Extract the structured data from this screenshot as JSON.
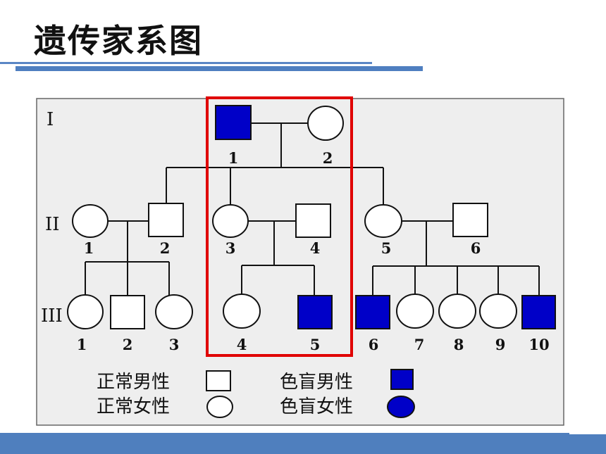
{
  "title": "遗传家系图",
  "generations": [
    "I",
    "II",
    "III"
  ],
  "individuals": {
    "gen1": [
      {
        "num": "1",
        "sex": "male",
        "affected": true
      },
      {
        "num": "2",
        "sex": "female",
        "affected": false
      }
    ],
    "gen2": [
      {
        "num": "1",
        "sex": "female",
        "affected": false
      },
      {
        "num": "2",
        "sex": "male",
        "affected": false
      },
      {
        "num": "3",
        "sex": "female",
        "affected": false
      },
      {
        "num": "4",
        "sex": "male",
        "affected": false
      },
      {
        "num": "5",
        "sex": "female",
        "affected": false
      },
      {
        "num": "6",
        "sex": "male",
        "affected": false
      }
    ],
    "gen3": [
      {
        "num": "1",
        "sex": "female",
        "affected": false
      },
      {
        "num": "2",
        "sex": "male",
        "affected": false
      },
      {
        "num": "3",
        "sex": "female",
        "affected": false
      },
      {
        "num": "4",
        "sex": "female",
        "affected": false
      },
      {
        "num": "5",
        "sex": "male",
        "affected": true
      },
      {
        "num": "6",
        "sex": "male",
        "affected": true
      },
      {
        "num": "7",
        "sex": "female",
        "affected": false
      },
      {
        "num": "8",
        "sex": "female",
        "affected": false
      },
      {
        "num": "9",
        "sex": "female",
        "affected": false
      },
      {
        "num": "10",
        "sex": "male",
        "affected": true
      }
    ]
  },
  "legend": {
    "normal_male": "正常男性",
    "normal_female": "正常女性",
    "affected_male": "色盲男性",
    "affected_female": "色盲女性"
  },
  "colors": {
    "affected_fill": "#0000c8",
    "highlight": "#e00000",
    "accent_blue": "#4f7fbe",
    "panel_bg": "#eeeeee"
  }
}
